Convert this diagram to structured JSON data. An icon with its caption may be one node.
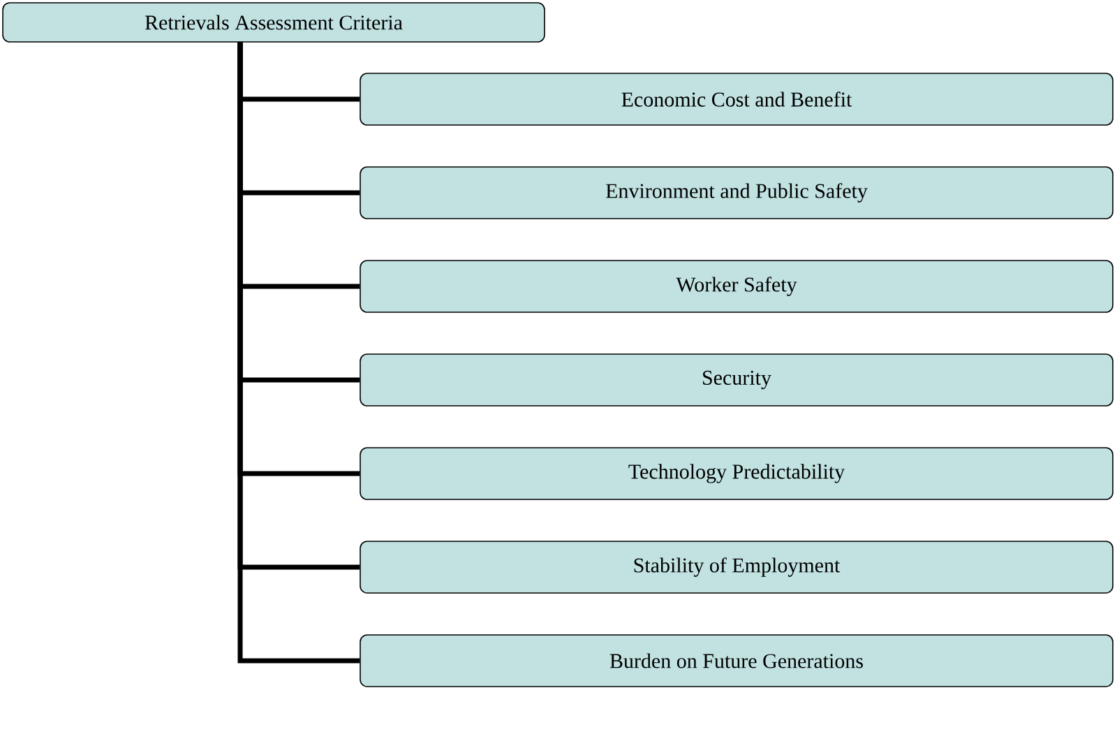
{
  "diagram": {
    "nodes": [
      {
        "text": [
          "Retrievals Assessment Criteria"
        ]
      },
      {
        "text": [
          "Economic Cost and Benefit"
        ]
      },
      {
        "text": [
          "Environment and Public Safety"
        ]
      },
      {
        "text": [
          "Worker Safety"
        ]
      },
      {
        "text": [
          "Security"
        ]
      },
      {
        "text": [
          "Technology Predictability"
        ]
      },
      {
        "text": [
          "Stability of Employment"
        ]
      },
      {
        "text": [
          "Burden on Future Generations"
        ]
      }
    ],
    "edges": [
      {
        "from": 0,
        "to": 1,
        "arrow": "none"
      },
      {
        "from": 0,
        "to": 2,
        "arrow": "none"
      },
      {
        "from": 0,
        "to": 3,
        "arrow": "none"
      },
      {
        "from": 0,
        "to": 4,
        "arrow": "none"
      },
      {
        "from": 0,
        "to": 5,
        "arrow": "none"
      },
      {
        "from": 0,
        "to": 6,
        "arrow": "none"
      },
      {
        "from": 0,
        "to": 7,
        "arrow": "none"
      }
    ]
  }
}
